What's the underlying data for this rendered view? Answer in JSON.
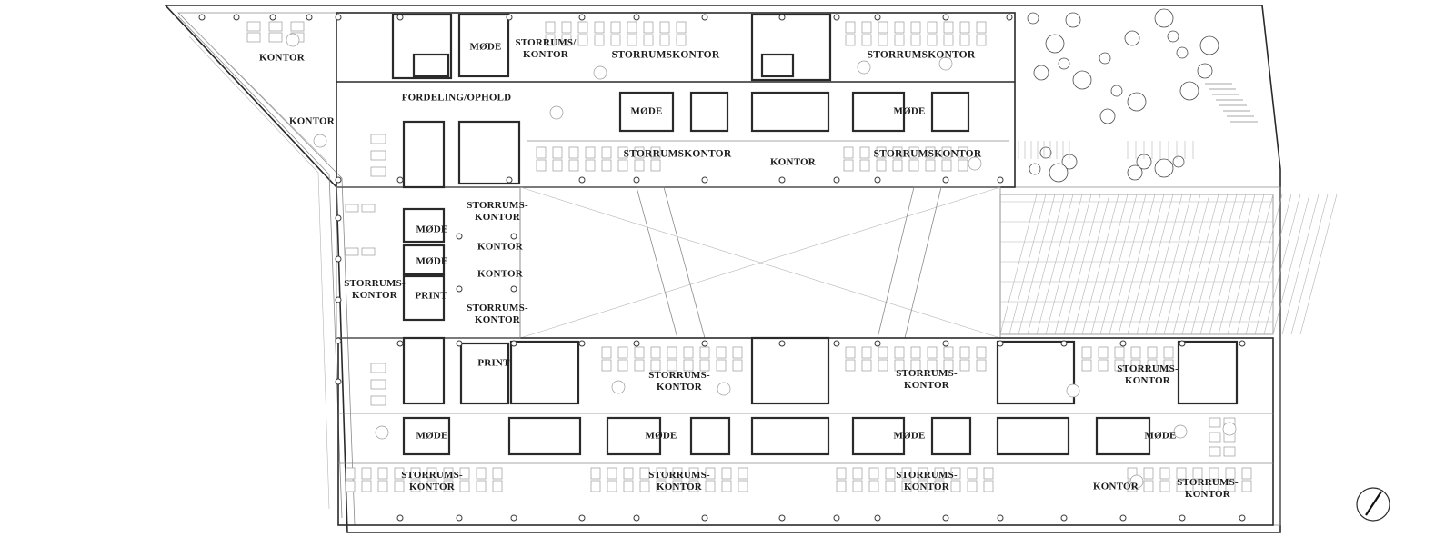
{
  "labels": {
    "kontor_nw": "KONTOR",
    "mode_top": "MØDE",
    "storrums_kontor_top": "STORRUMS/\nKONTOR",
    "storrumskontor_top1": "STORRUMSKONTOR",
    "storrumskontor_top2": "STORRUMSKONTOR",
    "fordeling": "FORDELING/OPHOLD",
    "kontor_w": "KONTOR",
    "mode_mid1": "MØDE",
    "mode_mid2": "MØDE",
    "storrumskontor_mid1": "STORRUMSKONTOR",
    "kontor_mid": "KONTOR",
    "storrumskontor_mid2": "STORRUMSKONTOR",
    "storrums_kontor_w1": "STORRUMS-\nKONTOR",
    "mode_w1": "MØDE",
    "kontor_w2": "KONTOR",
    "mode_w2": "MØDE",
    "kontor_w3": "KONTOR",
    "storrums_kontor_w2": "STORRUMS-\nKONTOR",
    "print_w1": "PRINT",
    "storrums_kontor_w3": "STORRUMS-\nKONTOR",
    "print_w2": "PRINT",
    "storrums_kontor_s1": "STORRUMS-\nKONTOR",
    "storrums_kontor_s2": "STORRUMS-\nKONTOR",
    "storrums_kontor_s3": "STORRUMS-\nKONTOR",
    "mode_s1": "MØDE",
    "mode_s2": "MØDE",
    "mode_s3": "MØDE",
    "mode_s4": "MØDE",
    "storrums_kontor_b1": "STORRUMS-\nKONTOR",
    "storrums_kontor_b2": "STORRUMS-\nKONTOR",
    "storrums_kontor_b3": "STORRUMS-\nKONTOR",
    "kontor_b": "KONTOR",
    "storrums_kontor_b4": "STORRUMS-\nKONTOR"
  },
  "icons": {
    "north_arrow": "north-arrow-icon"
  }
}
